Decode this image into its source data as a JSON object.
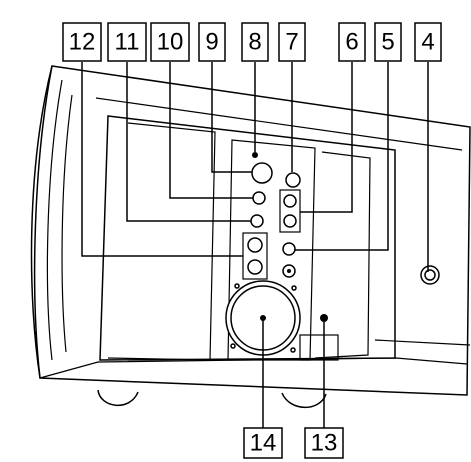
{
  "callouts": {
    "c4": "4",
    "c5": "5",
    "c6": "6",
    "c7": "7",
    "c8": "8",
    "c9": "9",
    "c10": "10",
    "c11": "11",
    "c12": "12",
    "c13": "13",
    "c14": "14"
  }
}
